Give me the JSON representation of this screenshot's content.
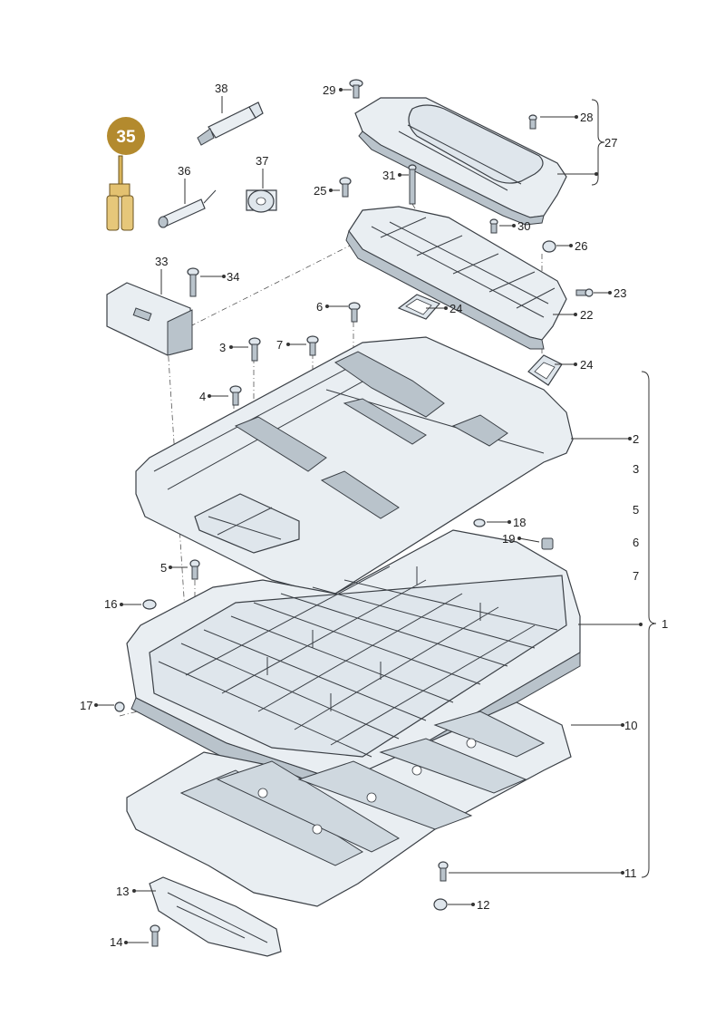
{
  "diagram": {
    "callouts": {
      "c1": "1",
      "c2": "2",
      "c3": "3",
      "c3b": "3",
      "c4": "4",
      "c5": "5",
      "c5b": "5",
      "c6": "6",
      "c6b": "6",
      "c7": "7",
      "c7b": "7",
      "c10": "10",
      "c11": "11",
      "c12": "12",
      "c13": "13",
      "c14": "14",
      "c16": "16",
      "c17": "17",
      "c18": "18",
      "c19": "19",
      "c22": "22",
      "c23": "23",
      "c24a": "24",
      "c24b": "24",
      "c25": "25",
      "c26": "26",
      "c27": "27",
      "c28": "28",
      "c29": "29",
      "c30": "30",
      "c31": "31",
      "c33": "33",
      "c34": "34",
      "c36": "36",
      "c37": "37",
      "c38": "38"
    },
    "badge": {
      "label": "35",
      "color": "#b38a2e"
    },
    "colors": {
      "line": "#333333",
      "part_fill": "#e9eef2",
      "part_shadow": "#b9c3cb"
    }
  }
}
